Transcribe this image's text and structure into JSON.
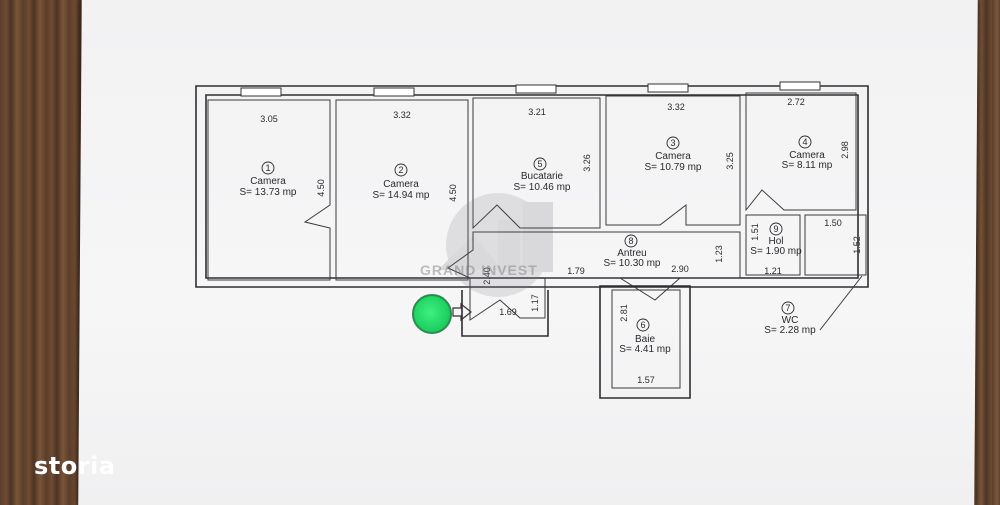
{
  "watermark": {
    "text": "GRAND INVEST"
  },
  "brand": {
    "logo_text": "storia"
  },
  "rooms": [
    {
      "no": "1",
      "name": "Camera",
      "area": "S= 13.73 mp"
    },
    {
      "no": "2",
      "name": "Camera",
      "area": "S= 14.94 mp"
    },
    {
      "no": "3",
      "name": "Camera",
      "area": "S= 10.79 mp"
    },
    {
      "no": "4",
      "name": "Camera",
      "area": "S= 8.11 mp"
    },
    {
      "no": "5",
      "name": "Bucatarie",
      "area": "S= 10.46 mp"
    },
    {
      "no": "6",
      "name": "Baie",
      "area": "S= 4.41 mp"
    },
    {
      "no": "7",
      "name": "WC",
      "area": "S= 2.28 mp"
    },
    {
      "no": "8",
      "name": "Antreu",
      "area": "S= 10.30 mp"
    },
    {
      "no": "9",
      "name": "Hol",
      "area": "S= 1.90 mp"
    }
  ],
  "dimensions": {
    "r1_width": "3.05",
    "r1_depth": "4.50",
    "r2_width": "3.32",
    "r2_depth": "4.50",
    "r5_width": "3.21",
    "r5_depth": "3.26",
    "r3_width": "3.32",
    "r3_depth": "3.25",
    "r4_width": "2.72",
    "r4_depth": "2.98",
    "antreu_a": "2.40",
    "antreu_b": "1.79",
    "antreu_c": "2.90",
    "antreu_d": "1.23",
    "antreu_e": "1.17",
    "antreu_f": "1.69",
    "hol_a": "1.51",
    "hol_b": "1.21",
    "wc_a": "1.50",
    "wc_b": "1.52",
    "baie_a": "2.81",
    "baie_b": "1.57"
  }
}
